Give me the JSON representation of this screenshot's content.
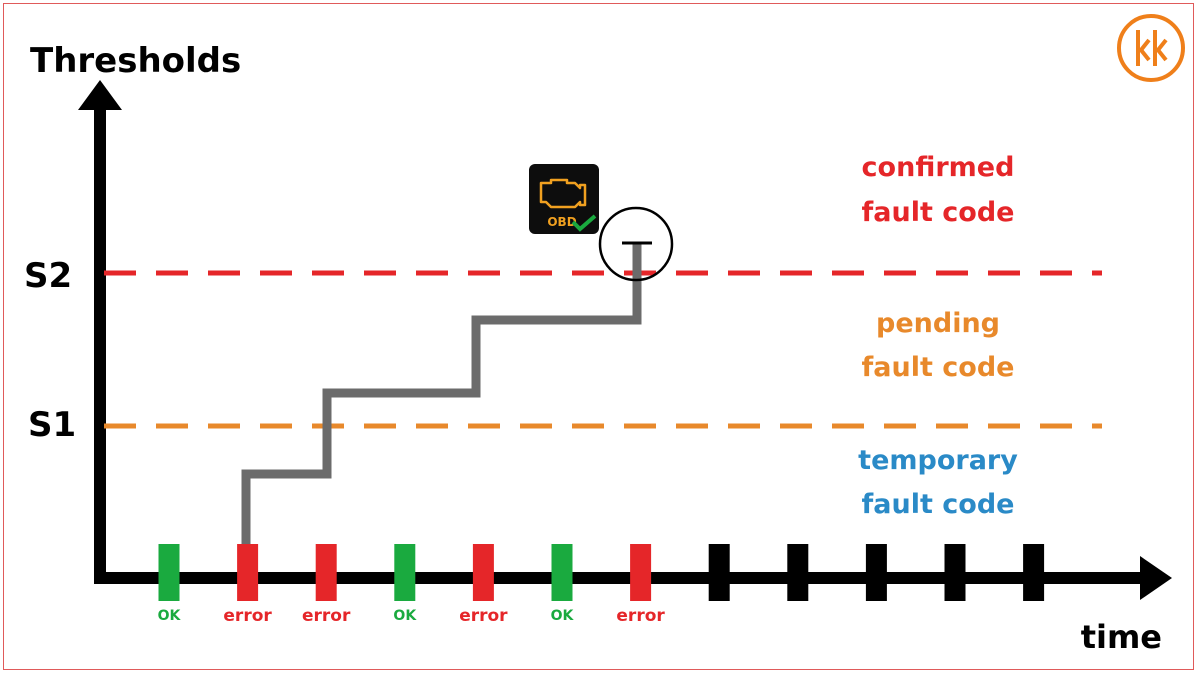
{
  "title": "Thresholds",
  "x_axis_label": "time",
  "thresholds": {
    "s1": {
      "label": "S1",
      "color": "#e8892b"
    },
    "s2": {
      "label": "S2",
      "color": "#e52629"
    }
  },
  "zones": {
    "confirmed": {
      "line1": "confirmed",
      "line2": "fault code",
      "color": "#e52629"
    },
    "pending": {
      "line1": "pending",
      "line2": "fault code",
      "color": "#e8892b"
    },
    "temporary": {
      "line1": "temporary",
      "line2": "fault code",
      "color": "#2a8ac7"
    }
  },
  "obd_icon": {
    "text": "OBD",
    "icon": "engine-check-icon",
    "check": "checkmark-icon"
  },
  "logo": {
    "icon": "kk-logo-icon",
    "color": "#ef7f1a"
  },
  "colors": {
    "ok": "#1aaa3f",
    "error": "#e52629",
    "future": "#000000",
    "counter": "#6b6b6b"
  },
  "events": [
    {
      "status": "ok",
      "label": "OK"
    },
    {
      "status": "error",
      "label": "error"
    },
    {
      "status": "error",
      "label": "error"
    },
    {
      "status": "ok",
      "label": "OK"
    },
    {
      "status": "error",
      "label": "error"
    },
    {
      "status": "ok",
      "label": "OK"
    },
    {
      "status": "error",
      "label": "error"
    },
    {
      "status": "future",
      "label": ""
    },
    {
      "status": "future",
      "label": ""
    },
    {
      "status": "future",
      "label": ""
    },
    {
      "status": "future",
      "label": ""
    },
    {
      "status": "future",
      "label": ""
    }
  ]
}
